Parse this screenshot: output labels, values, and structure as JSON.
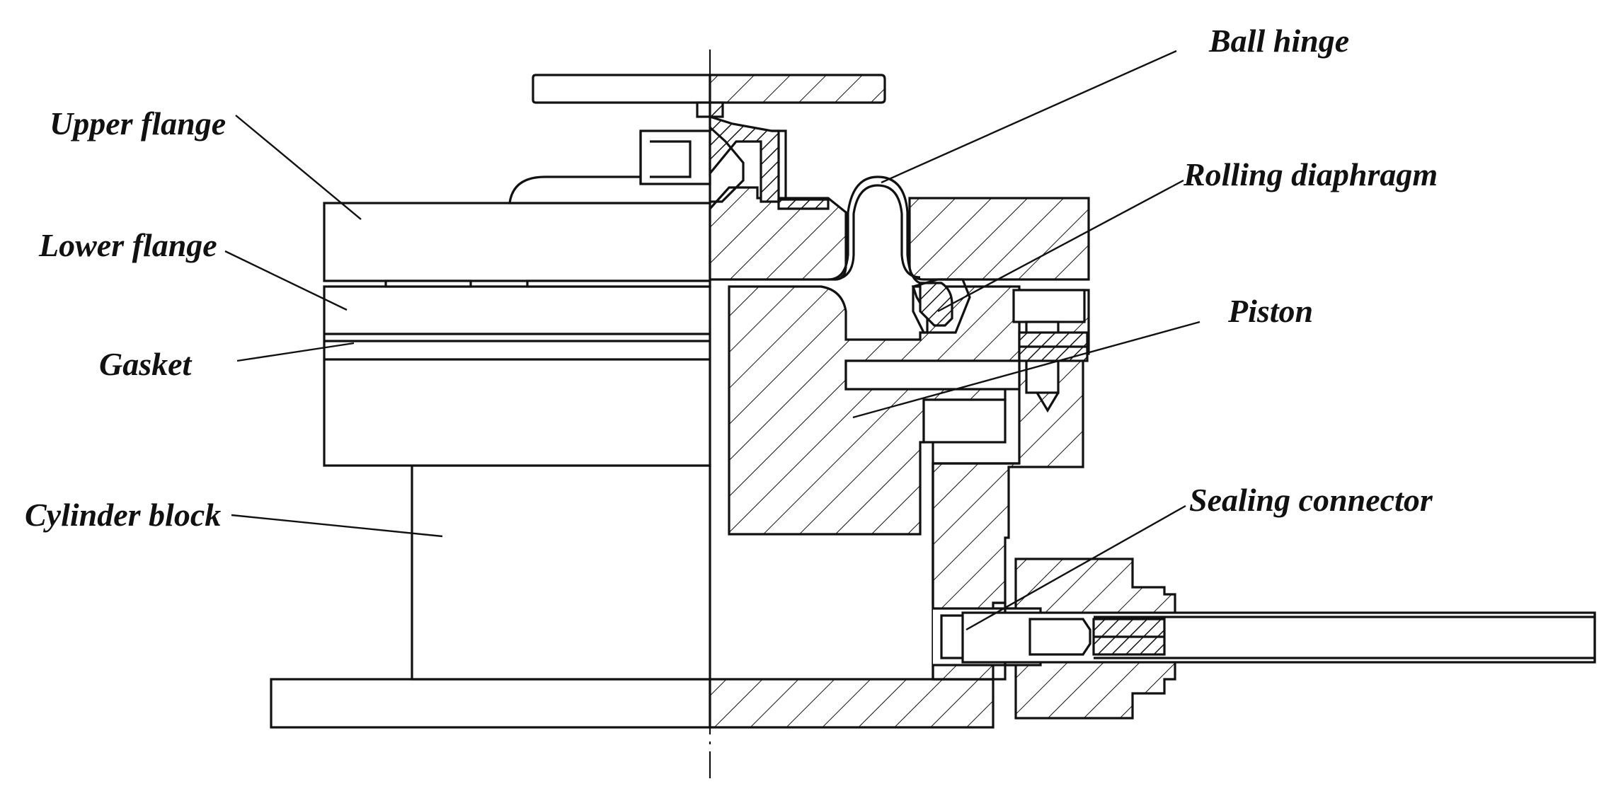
{
  "labels": {
    "ball_hinge": "Ball hinge",
    "upper_flange": "Upper flange",
    "rolling_diaphragm": "Rolling diaphragm",
    "lower_flange": "Lower flange",
    "piston": "Piston",
    "gasket": "Gasket",
    "cylinder_block": "Cylinder block",
    "sealing_connector": "Sealing connector"
  },
  "colors": {
    "line": "#111111",
    "background": "#ffffff"
  }
}
